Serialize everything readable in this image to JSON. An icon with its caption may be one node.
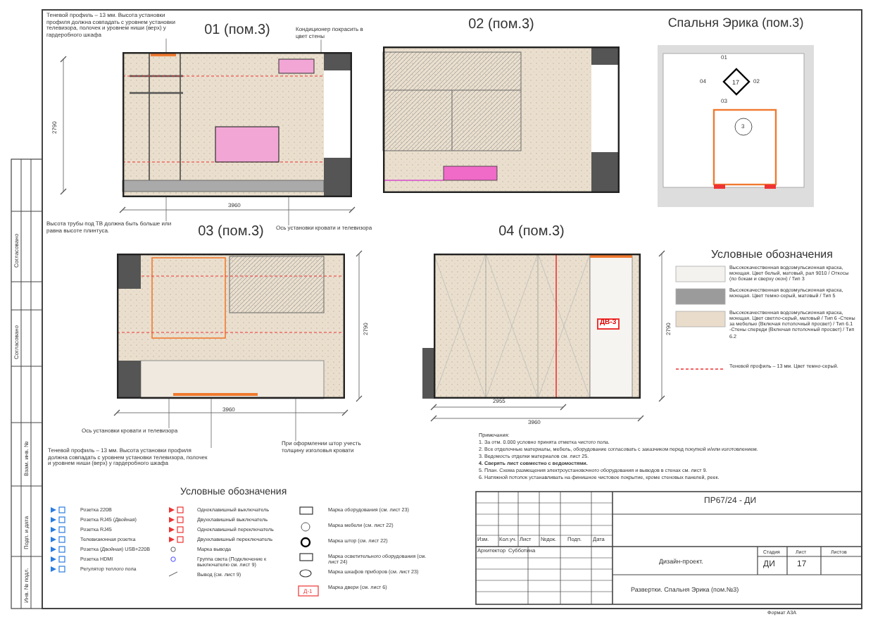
{
  "diagram": {
    "nodes": [
      {
        "text": [
          "Теневой профиль – 13 мм. Высота установки профиля должна совпадать с уровнем установки телевизора, полочек и уровнем ниши (верх) у гардеробного шкафа"
        ]
      },
      {
        "text": [
          "01 (пом.3)"
        ]
      },
      {
        "text": [
          "Кондиционер покрасить в цвет стены"
        ]
      },
      {
        "text": [
          "02 (пом.3)"
        ]
      },
      {
        "text": [
          "Спальня Эрика (пом.3)"
        ]
      },
      {
        "text": [
          "Высота трубы под ТВ должна быть больше или равна высоте плинтуса."
        ]
      },
      {
        "text": [
          "Ось установки кровати и телевизора"
        ]
      },
      {
        "text": [
          "03 (пом.3)"
        ]
      },
      {
        "text": [
          "04 (пом.3)"
        ]
      },
      {
        "text": [
          "Ось установки кровати и телевизора"
        ]
      },
      {
        "text": [
          "При оформлении штор учесть толщину изголовья кровати"
        ]
      },
      {
        "text": [
          "Теневой профиль – 13 мм. Высота установки профиля должна совпадать с уровнем установки телевизора, полочек и уровнем ниши (верх) у гардеробного шкафа"
        ]
      }
    ],
    "edges": [
      {
        "from": 0,
        "to": 1,
        "arrow": "none"
      },
      {
        "from": 2,
        "to": 1,
        "arrow": "none"
      },
      {
        "from": 5,
        "to": 1,
        "arrow": "none"
      },
      {
        "from": 6,
        "to": 1,
        "arrow": "none"
      },
      {
        "from": 9,
        "to": 7,
        "arrow": "none"
      },
      {
        "from": 10,
        "to": 7,
        "arrow": "none"
      },
      {
        "from": 11,
        "to": 7,
        "arrow": "none"
      }
    ],
    "labels": [
      "01",
      "04",
      "17",
      "02",
      "03",
      "3",
      "2790",
      "3960",
      "2790",
      "3960",
      "ДВ-3",
      "2790",
      "2955",
      "3960",
      "Условные обозначения",
      "Примечания:",
      "1. За отм. 0.000 условно принята отметка чистого пола.",
      "2. Все отделочные материалы, мебель, оборудование согласовать с заказчиком перед покупкой и/или изготовлением.",
      "3. Ведомость отделки материалов см. лист 25.",
      "4. Сверять лист совместно с ведомостями.",
      "5. План. Схема размещения электроустановочного оборудования и выводов в стенах см. лист 9.",
      "6. Натяжной потолок устанавливать на финишное чистовое покрытие, кроме стеновых панелей, реек.",
      "ПР67/24 - ДИ",
      "Изм.",
      "Кол.уч.",
      "Лист",
      "№док.",
      "Подп.",
      "Дата",
      "Архитектор",
      "Субботина",
      "Дизайн-проект.",
      "Стадия",
      "Лист",
      "Листов",
      "ДИ",
      "17",
      "Развертки. Спальня Эрика (пом.№3)",
      "Формат А3А",
      "Согласовано",
      "Согласовано",
      "Взам. инв. №",
      "Подп. и дата",
      "Инв. № подл.",
      "Условные обозначения",
      "Д-1"
    ],
    "legend": [
      {
        "text": "Высококачественная водоэмульсионная краска, моющая. Цвет белый, матовый, рал 9010 / Откосы (по бокам и сверху окон) / Тип 3",
        "color": "#f4f2ee"
      },
      {
        "text": "Высококачественная водоэмульсионная краска, моющая. Цвет темно-серый, матовый / Тип 5",
        "color": "#9b9b9b"
      },
      {
        "text": "Высококачественная водоэмульсионная краска, моющая. Цвет светло-серый, матовый / Тип 6 -Стены за мебелью (Включая потолочный просвет) / Тип 6.1 -Стены спереди (Включая потолочный просвет) / Тип 6.2",
        "color": "#e9dccb"
      },
      {
        "text": "Теневой профиль – 13 мм. Цвет темно-серый."
      },
      {
        "text": "Розетка 220В"
      },
      {
        "text": "Розетка RJ45 (Двойная)"
      },
      {
        "text": "Розетка RJ45"
      },
      {
        "text": "Телевизионная розетка"
      },
      {
        "text": "Розетка (Двойная) USB+220В"
      },
      {
        "text": "Розетка HDMI"
      },
      {
        "text": "Регулятор теплого пола"
      },
      {
        "text": "Одноклавишный выключатель"
      },
      {
        "text": "Двухклавишный выключатель"
      },
      {
        "text": "Одноклавишный переключатель"
      },
      {
        "text": "Двухклавишный переключатель"
      },
      {
        "text": "Марка вывода"
      },
      {
        "text": "Группа света (Подключение к выключателю см. лист 9)"
      },
      {
        "text": "Вывод (см. лист 9)"
      },
      {
        "text": "Марка оборудования (см. лист 23)"
      },
      {
        "text": "Марка мебели (см. лист 22)"
      },
      {
        "text": "Марка штор (см. лист 22)"
      },
      {
        "text": "Марка осветительного оборудования (см. лист 24)"
      },
      {
        "text": "Марка шкафов приборов (см. лист 23)"
      },
      {
        "text": "Марка двери (см. лист 6)"
      }
    ]
  }
}
